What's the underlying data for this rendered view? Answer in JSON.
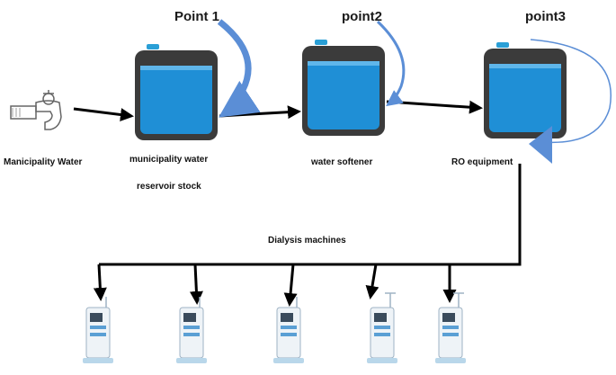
{
  "points": {
    "p1": "Point 1",
    "p2": "point2",
    "p3": "point3"
  },
  "labels": {
    "source": "Manicipality Water",
    "reservoir_line1": "municipality water",
    "reservoir_line2": "reservoir stock",
    "softener": "water softener",
    "ro": "RO equipment",
    "dialysis": "Dialysis machines"
  },
  "colors": {
    "water": "#1f8fd6",
    "tank_frame": "#3b3b3b",
    "cap": "#2a9fd6",
    "point_arrow": "#5b8ed6",
    "pipe": "#000000"
  },
  "icons": [
    "faucet-icon",
    "tank-icon",
    "dialysis-machine-icon"
  ]
}
